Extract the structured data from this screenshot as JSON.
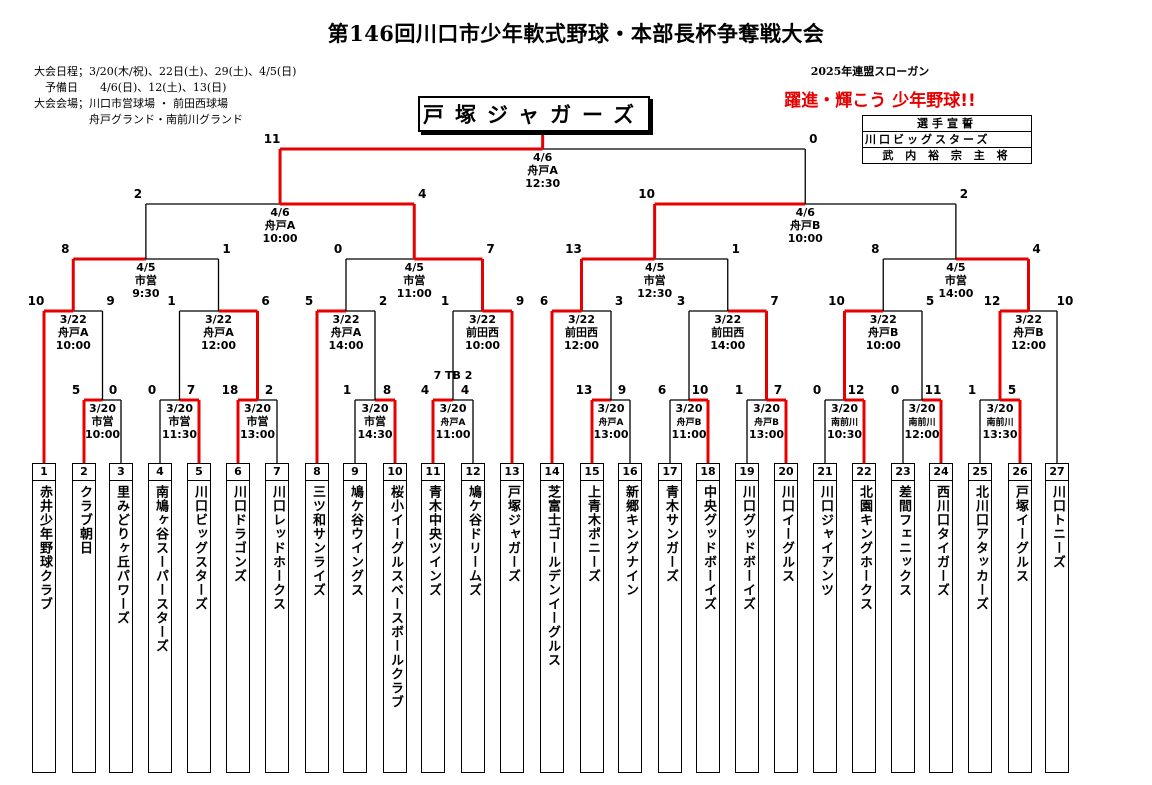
{
  "title": "第146回川口市少年軟式野球・本部長杯争奪戦大会",
  "info": [
    "大会日程；3/20(木/祝)、22日(土)、29(土)、4/5(日)",
    "　予備日　　4/6(日)、12(土)、13(日)",
    "大会会場；川口市営球場 ・ 前田西球場",
    "　　　　　舟戸グランド・南前川グランド"
  ],
  "champion": "戸塚ジャガーズ",
  "slogan_header": "2025年連盟スローガン",
  "slogan": "躍進・輝こう 少年野球!!",
  "oath": {
    "header": "選手宣誓",
    "team": "川口ビッグスターズ",
    "player": "武 内 裕 宗 主 将"
  },
  "teams": [
    {
      "num": "1",
      "name": "赤井少年野球クラブ"
    },
    {
      "num": "2",
      "name": "クラブ朝日"
    },
    {
      "num": "3",
      "name": "里みどりヶ丘パワーズ"
    },
    {
      "num": "4",
      "name": "南鳩ヶ谷スーパースターズ"
    },
    {
      "num": "5",
      "name": "川口ビッグスターズ"
    },
    {
      "num": "6",
      "name": "川口ドラゴンズ"
    },
    {
      "num": "7",
      "name": "川口レッドホークス"
    },
    {
      "num": "8",
      "name": "三ツ和サンライズ"
    },
    {
      "num": "9",
      "name": "鳩ケ谷ウイングス"
    },
    {
      "num": "10",
      "name": "桜小イーグルスベースボールクラブ"
    },
    {
      "num": "11",
      "name": "青木中央ツインズ"
    },
    {
      "num": "12",
      "name": "鳩ケ谷ドリームズ"
    },
    {
      "num": "13",
      "name": "戸塚ジャガーズ"
    },
    {
      "num": "14",
      "name": "芝富士ゴールデンイーグルス"
    },
    {
      "num": "15",
      "name": "上青木ポニーズ"
    },
    {
      "num": "16",
      "name": "新郷キングナイン"
    },
    {
      "num": "17",
      "name": "青木サンガーズ"
    },
    {
      "num": "18",
      "name": "中央グッドボーイズ"
    },
    {
      "num": "19",
      "name": "川口グッドボーイズ"
    },
    {
      "num": "20",
      "name": "川口イーグルス"
    },
    {
      "num": "21",
      "name": "川口ジャイアンツ"
    },
    {
      "num": "22",
      "name": "北園キングホークス"
    },
    {
      "num": "23",
      "name": "差間フェニックス"
    },
    {
      "num": "24",
      "name": "西川口タイガーズ"
    },
    {
      "num": "25",
      "name": "北川口アタッカーズ"
    },
    {
      "num": "26",
      "name": "戸塚イーグルス"
    },
    {
      "num": "27",
      "name": "川口トニーズ"
    }
  ],
  "games": [
    {
      "id": "r1a",
      "date": "3/20",
      "venue": "市営",
      "time": "10:00",
      "left": "5",
      "right": "0"
    },
    {
      "id": "r1b",
      "date": "3/20",
      "venue": "市営",
      "time": "11:30",
      "left": "0",
      "right": "7"
    },
    {
      "id": "r1c",
      "date": "3/20",
      "venue": "市営",
      "time": "13:00",
      "left": "18",
      "right": "2"
    },
    {
      "id": "r1d",
      "date": "3/20",
      "venue": "市営",
      "time": "14:30",
      "left": "1",
      "right": "8"
    },
    {
      "id": "r1e",
      "date": "3/20",
      "venue": "舟戸A",
      "time": "11:00",
      "left": "4",
      "right": "4",
      "note": "7 TB 2"
    },
    {
      "id": "r1f",
      "date": "3/20",
      "venue": "舟戸A",
      "time": "13:00",
      "left": "13",
      "right": "9"
    },
    {
      "id": "r1g",
      "date": "3/20",
      "venue": "舟戸B",
      "time": "11:00",
      "left": "6",
      "right": "10"
    },
    {
      "id": "r1h",
      "date": "3/20",
      "venue": "舟戸B",
      "time": "13:00",
      "left": "1",
      "right": "7"
    },
    {
      "id": "r1i",
      "date": "3/20",
      "venue": "南前川",
      "time": "10:30",
      "left": "0",
      "right": "12"
    },
    {
      "id": "r1j",
      "date": "3/20",
      "venue": "南前川",
      "time": "12:00",
      "left": "0",
      "right": "11"
    },
    {
      "id": "r1k",
      "date": "3/20",
      "venue": "南前川",
      "time": "13:30",
      "left": "1",
      "right": "5"
    },
    {
      "id": "r2a",
      "date": "3/22",
      "venue": "舟戸A",
      "time": "10:00",
      "left": "10",
      "right": "9"
    },
    {
      "id": "r2b",
      "date": "3/22",
      "venue": "舟戸A",
      "time": "12:00",
      "left": "1",
      "right": "6"
    },
    {
      "id": "r2c",
      "date": "3/22",
      "venue": "舟戸A",
      "time": "14:00",
      "left": "5",
      "right": "2"
    },
    {
      "id": "r2d",
      "date": "3/22",
      "venue": "前田西",
      "time": "10:00",
      "left": "1",
      "right": "9"
    },
    {
      "id": "r2e",
      "date": "3/22",
      "venue": "前田西",
      "time": "12:00",
      "left": "6",
      "right": "3"
    },
    {
      "id": "r2f",
      "date": "3/22",
      "venue": "前田西",
      "time": "14:00",
      "left": "3",
      "right": "7"
    },
    {
      "id": "r2g",
      "date": "3/22",
      "venue": "舟戸B",
      "time": "10:00",
      "left": "10",
      "right": "5"
    },
    {
      "id": "r2h",
      "date": "3/22",
      "venue": "舟戸B",
      "time": "12:00",
      "left": "12",
      "right": "10"
    },
    {
      "id": "r3a",
      "date": "4/5",
      "venue": "市営",
      "time": "9:30",
      "left": "8",
      "right": "1"
    },
    {
      "id": "r3b",
      "date": "4/5",
      "venue": "市営",
      "time": "11:00",
      "left": "0",
      "right": "7"
    },
    {
      "id": "r3c",
      "date": "4/5",
      "venue": "市営",
      "time": "12:30",
      "left": "13",
      "right": "1"
    },
    {
      "id": "r3d",
      "date": "4/5",
      "venue": "市営",
      "time": "14:00",
      "left": "8",
      "right": "4"
    },
    {
      "id": "sfa",
      "date": "4/6",
      "venue": "舟戸A",
      "time": "10:00",
      "left": "2",
      "right": "4"
    },
    {
      "id": "sfb",
      "date": "4/6",
      "venue": "舟戸B",
      "time": "10:00",
      "left": "10",
      "right": "2"
    },
    {
      "id": "fin",
      "date": "4/6",
      "venue": "舟戸A",
      "time": "12:30",
      "left": "11",
      "right": "0"
    }
  ],
  "colors": {
    "win": "#e60000",
    "lose": "#000000"
  }
}
